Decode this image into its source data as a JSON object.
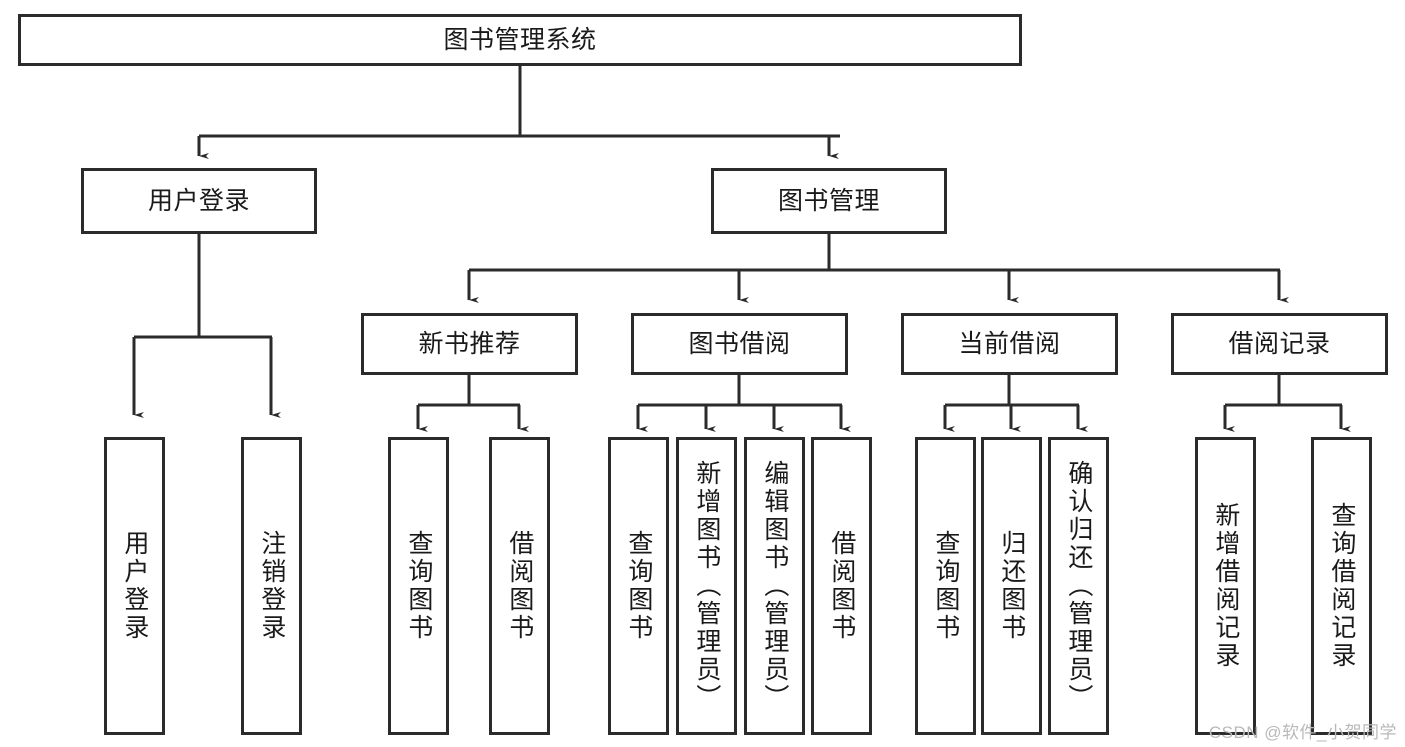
{
  "diagram": {
    "title": "图书管理系统",
    "type": "tree-hierarchy",
    "watermark": "CSDN @软件_小贺同学",
    "colors": {
      "stroke": "#2b2b2b",
      "fill": "#ffffff",
      "text": "#1a1a1a",
      "watermark": "#b9b9b9"
    },
    "nodes": {
      "root": "图书管理系统",
      "level2": {
        "user_login": "用户登录",
        "book_management": "图书管理"
      },
      "level3": {
        "new_book_recommend": "新书推荐",
        "book_borrow": "图书借阅",
        "current_borrow": "当前借阅",
        "borrow_record": "借阅记录"
      },
      "leaves": {
        "user_login_children": [
          "用户登录",
          "注销登录"
        ],
        "new_book_recommend_children": [
          "查询图书",
          "借阅图书"
        ],
        "book_borrow_children": [
          "查询图书",
          "新增图书（管理员）",
          "编辑图书（管理员）",
          "借阅图书"
        ],
        "current_borrow_children": [
          "查询图书",
          "归还图书",
          "确认归还（管理员）"
        ],
        "borrow_record_children": [
          "新增借阅记录",
          "查询借阅记录"
        ]
      }
    }
  }
}
